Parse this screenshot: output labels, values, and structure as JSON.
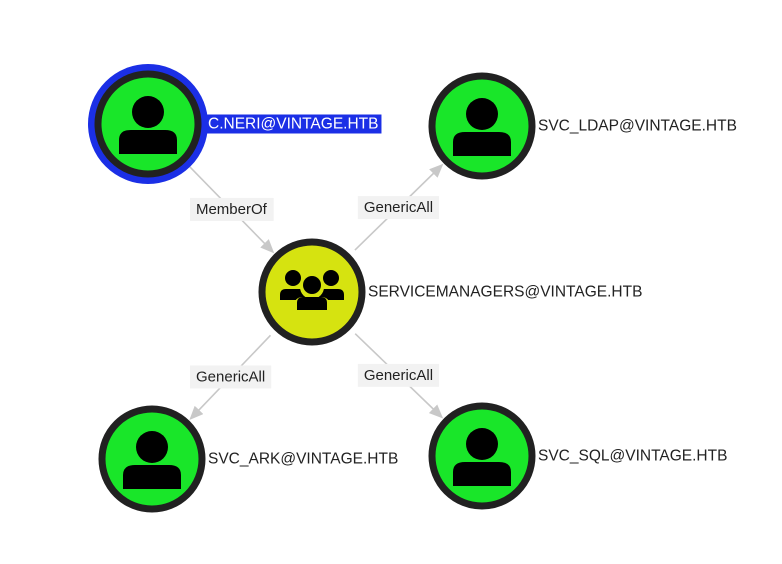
{
  "graph": {
    "colors": {
      "user_node_fill": "#19e629",
      "group_node_fill": "#d6e310",
      "node_border": "#212121",
      "selected_ring": "#1b2fe6",
      "selected_label_bg": "#1b2fe6",
      "edge": "#c8c8c8",
      "edge_label_bg": "#f2f2f2",
      "icon": "#000000"
    },
    "nodes": [
      {
        "id": "cneri",
        "kind": "user",
        "icon": "user-icon",
        "label": "C.NERI@VINTAGE.HTB",
        "selected": true
      },
      {
        "id": "svc_ldap",
        "kind": "user",
        "icon": "user-icon",
        "label": "SVC_LDAP@VINTAGE.HTB",
        "selected": false
      },
      {
        "id": "servicemanagers",
        "kind": "group",
        "icon": "group-icon",
        "label": "SERVICEMANAGERS@VINTAGE.HTB",
        "selected": false
      },
      {
        "id": "svc_ark",
        "kind": "user",
        "icon": "user-icon",
        "label": "SVC_ARK@VINTAGE.HTB",
        "selected": false
      },
      {
        "id": "svc_sql",
        "kind": "user",
        "icon": "user-icon",
        "label": "SVC_SQL@VINTAGE.HTB",
        "selected": false
      }
    ],
    "edges": [
      {
        "from": "cneri",
        "to": "servicemanagers",
        "label": "MemberOf"
      },
      {
        "from": "servicemanagers",
        "to": "svc_ldap",
        "label": "GenericAll"
      },
      {
        "from": "servicemanagers",
        "to": "svc_ark",
        "label": "GenericAll"
      },
      {
        "from": "servicemanagers",
        "to": "svc_sql",
        "label": "GenericAll"
      }
    ]
  }
}
